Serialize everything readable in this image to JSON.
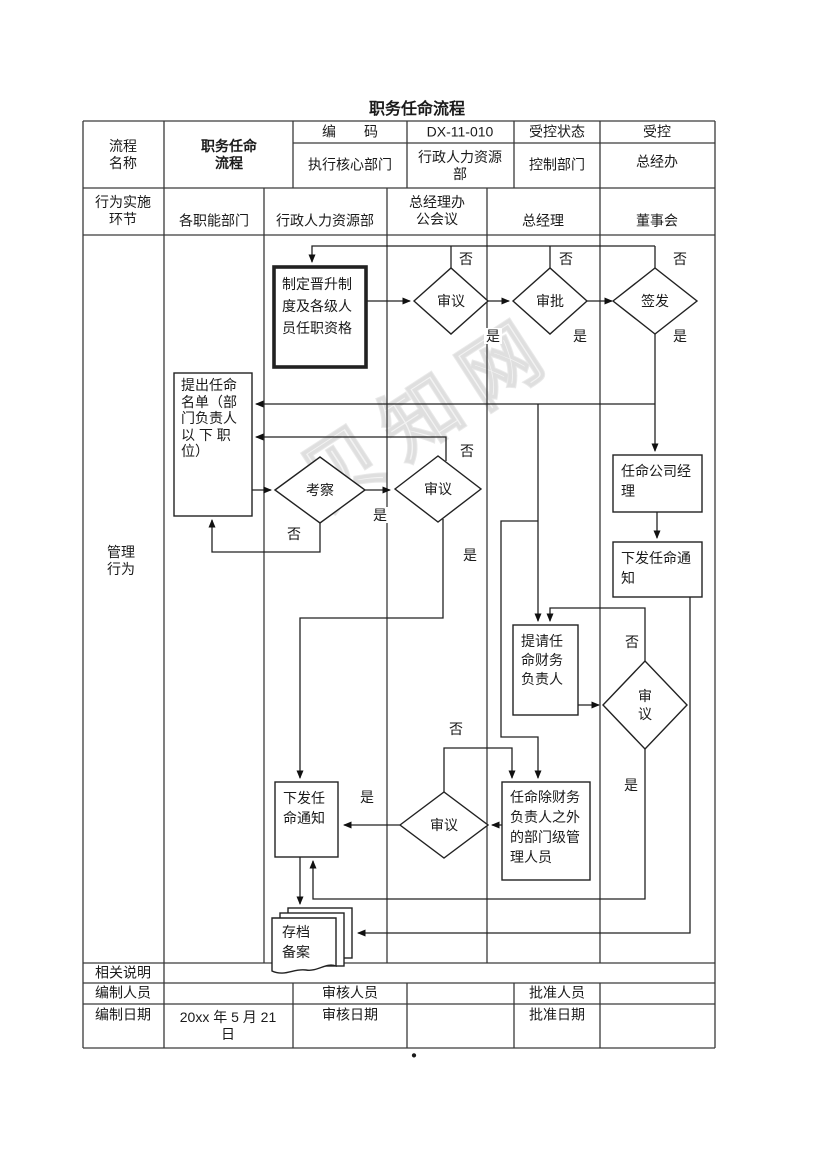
{
  "page": {
    "title": "职务任命流程",
    "dot": "•",
    "watermark": "贝知网"
  },
  "info_table": {
    "process_name_label": "流程\n名称",
    "process_name_value": "职务任命\n流程",
    "code_label": "编　　码",
    "code_value": "DX-11-010",
    "controlled_state_label": "受控状态",
    "controlled_state_value": "受控",
    "core_dept_label": "执行核心部门",
    "core_dept_value": "行政人力资源\n部",
    "control_dept_label": "控制部门",
    "control_dept_value": "总经办"
  },
  "lanes": {
    "header_label": "行为实施\n环节",
    "lane1": "各职能部门",
    "lane2": "行政人力资源部",
    "lane3": "总经理办\n公会议",
    "lane4": "总经理",
    "lane5": "董事会",
    "row_label": "管理\n行为"
  },
  "flow": {
    "draft_system": "制定晋升制\n度及各级人\n员任职资格",
    "review1": "审议",
    "approve": "审批",
    "sign": "签发",
    "propose_list": "提出任命\n名单（部\n门负责人\n以 下 职\n位）",
    "inspect": "考察",
    "review2": "审议",
    "appoint_manager": "任命公司经\n理",
    "issue_notice_board": "下发任命通\n知",
    "propose_cfo": "提请任\n命财务\n负责人",
    "review3": "审\n议",
    "appoint_dept": "任命除财务\n负责人之外\n的部门级管\n理人员",
    "review4": "审议",
    "issue_notice_hr": "下发任\n命通知",
    "archive": "存档\n备案",
    "yes": "是",
    "no": "否"
  },
  "footer": {
    "notes_label": "相关说明",
    "author_label": "编制人员",
    "reviewer_label": "审核人员",
    "approver_label": "批准人员",
    "author_date_label": "编制日期",
    "author_date_value": "20xx 年 5 月 21\n日",
    "review_date_label": "审核日期",
    "approve_date_label": "批准日期"
  }
}
